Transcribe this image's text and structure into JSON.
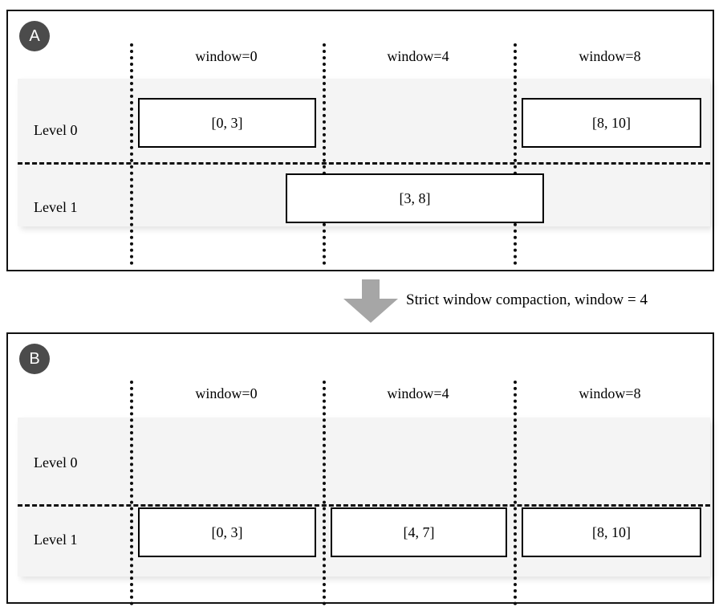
{
  "figure": {
    "type": "diagram",
    "description": "Two-panel LSM-tree style window compaction diagram"
  },
  "transition": {
    "arrow_icon": "down-arrow-icon",
    "caption": "Strict window compaction, window = 4",
    "arrow_color": "#a6a6a6"
  },
  "colors": {
    "badge_background": "#4b4b4b",
    "badge_text": "#ffffff",
    "band_background": "#f4f4f4",
    "panel_border": "#111111",
    "box_border": "#000000",
    "box_fill": "#ffffff"
  },
  "panels": [
    {
      "id": "A",
      "badge_label": "A",
      "windows": [
        {
          "label": "window=0"
        },
        {
          "label": "window=4"
        },
        {
          "label": "window=8"
        }
      ],
      "levels": [
        {
          "label": "Level 0",
          "boxes": [
            {
              "label": "[0, 3]",
              "start": 0,
              "end": 3
            },
            {
              "label": "[8, 10]",
              "start": 8,
              "end": 10
            }
          ]
        },
        {
          "label": "Level 1",
          "boxes": [
            {
              "label": "[3, 8]",
              "start": 3,
              "end": 8
            }
          ]
        }
      ]
    },
    {
      "id": "B",
      "badge_label": "B",
      "windows": [
        {
          "label": "window=0"
        },
        {
          "label": "window=4"
        },
        {
          "label": "window=8"
        }
      ],
      "levels": [
        {
          "label": "Level 0",
          "boxes": []
        },
        {
          "label": "Level 1",
          "boxes": [
            {
              "label": "[0, 3]",
              "start": 0,
              "end": 3
            },
            {
              "label": "[4, 7]",
              "start": 4,
              "end": 7
            },
            {
              "label": "[8, 10]",
              "start": 8,
              "end": 10
            }
          ]
        }
      ]
    }
  ]
}
